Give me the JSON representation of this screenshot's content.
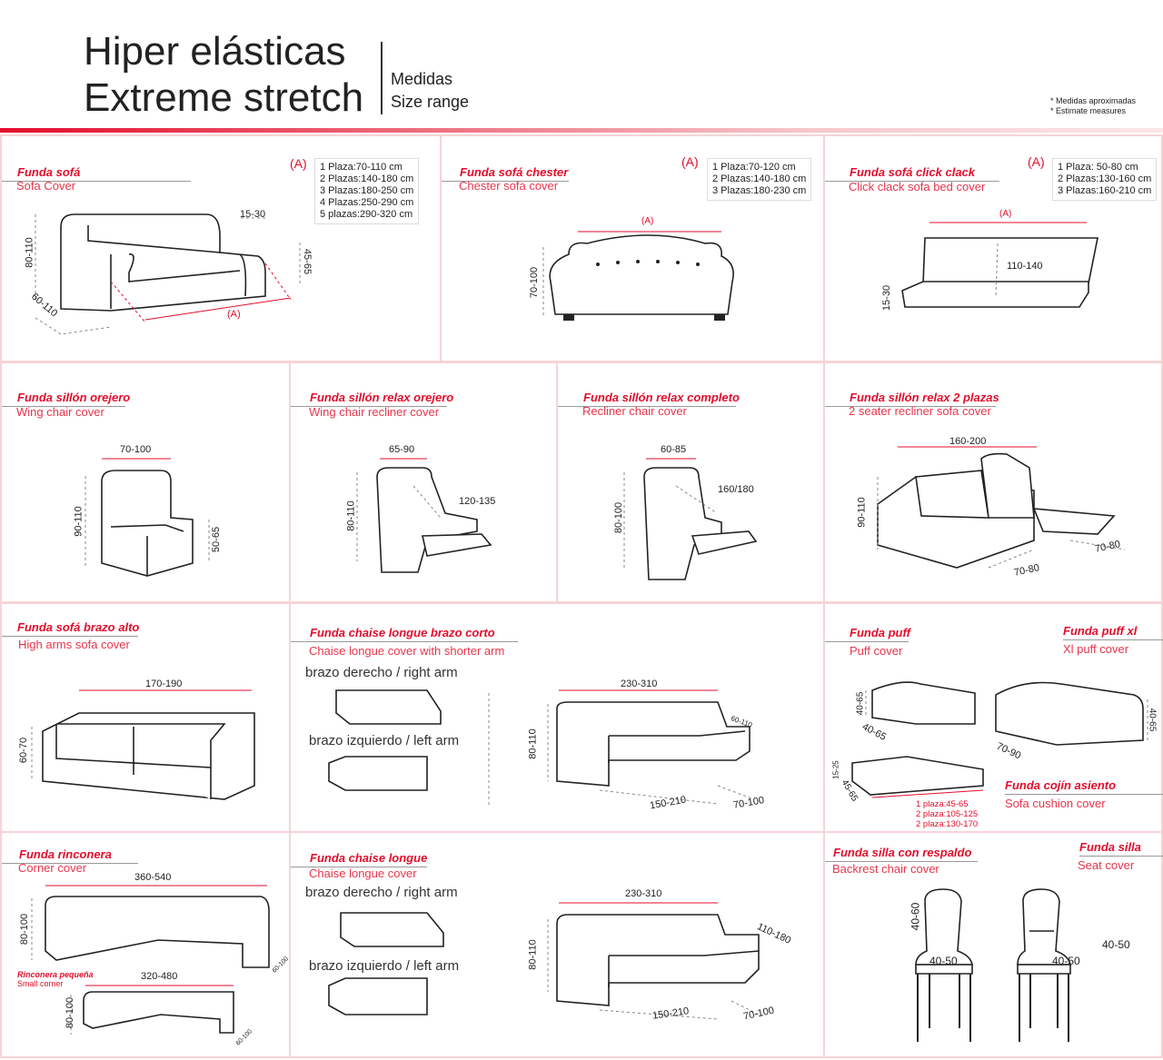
{
  "header": {
    "title_es": "Hiper elásticas",
    "title_en": "Extreme stretch",
    "medidas": "Medidas",
    "size_range": "Size range",
    "note1": "* Medidas aproximadas",
    "note2": "* Estimate measures"
  },
  "colors": {
    "accent": "#e30d2c",
    "border": "#f6d4d6"
  },
  "sofa": {
    "title": "Funda sofá",
    "subtitle": "Sofa Cover",
    "a": "(A)",
    "sizes": [
      "1 Plaza:70-110 cm",
      "2 Plazas:140-180 cm",
      "3 Plazas:180-250 cm",
      "4 Plazas:250-290 cm",
      "5 plazas:290-320 cm"
    ],
    "h": "80-110",
    "depth": "60-110",
    "arm": "15-30",
    "seat": "45-65"
  },
  "chester": {
    "title": "Funda sofá chester",
    "subtitle": "Chester sofa cover",
    "a": "(A)",
    "sizes": [
      "1 Plaza:70-120 cm",
      "2 Plazas:140-180 cm",
      "3 Plazas:180-230 cm"
    ],
    "h": "70-100"
  },
  "clickclack": {
    "title": "Funda sofá click clack",
    "subtitle": "Click clack sofa bed cover",
    "a": "(A)",
    "sizes": [
      "1 Plaza: 50-80 cm",
      "2 Plazas:130-160 cm",
      "3 Plazas:160-210 cm"
    ],
    "back": "110-140",
    "seat": "15-30"
  },
  "wing": {
    "title": "Funda sillón orejero",
    "subtitle": "Wing chair cover",
    "w": "70-100",
    "h": "90-110",
    "seat": "50-65"
  },
  "wingrelax": {
    "title": "Funda sillón relax orejero",
    "subtitle": "Wing chair recliner cover",
    "w": "65-90",
    "h": "80-110",
    "d": "120-135"
  },
  "relax": {
    "title": "Funda sillón relax completo",
    "subtitle": "Recliner chair cover",
    "w": "60-85",
    "h": "80-100",
    "d": "160/180"
  },
  "relax2": {
    "title": "Funda sillón relax 2 plazas",
    "subtitle": "2 seater recliner sofa cover",
    "w": "160-200",
    "h": "90-110",
    "d1": "70-80",
    "d2": "70-80"
  },
  "higharm": {
    "title": "Funda sofá brazo alto",
    "subtitle": "High arms sofa cover",
    "w": "170-190",
    "h": "60-70"
  },
  "chaiseshort": {
    "title": "Funda chaise longue brazo corto",
    "subtitle": "Chaise longue cover with shorter arm",
    "right": "brazo derecho / right arm",
    "left": "brazo izquierdo / left arm",
    "w": "230-310",
    "h": "80-110",
    "d": "60-110",
    "l": "150-210",
    "d2": "70-100"
  },
  "puff": {
    "title": "Funda puff",
    "subtitle": "Puff cover",
    "h": "40-65",
    "d": "40-65",
    "xl_title": "Funda puff xl",
    "xl_subtitle": "Xl puff cover",
    "xl_h": "40-65",
    "xl_d": "70-90",
    "cushion_title": "Funda cojín asiento",
    "cushion_subtitle": "Sofa cushion cover",
    "cushion_h": "15-25",
    "cushion_d": "45-65",
    "cushion_sizes": [
      "1 plaza:45-65",
      "2 plaza:105-125",
      "2 plaza:130-170"
    ]
  },
  "corner": {
    "title": "Funda rinconera",
    "subtitle": "Corner cover",
    "w": "360-540",
    "h": "80-100",
    "d": "60-100",
    "small_title": "Rinconera pequeña",
    "small_subtitle": "Small corner",
    "small_w": "320-480",
    "small_h": "80-100",
    "small_d": "60-100"
  },
  "chaise": {
    "title": "Funda chaise longue",
    "subtitle": "Chaise longue cover",
    "right": "brazo derecho / right arm",
    "left": "brazo izquierdo / left arm",
    "w": "230-310",
    "h": "80-110",
    "d": "110-180",
    "l": "150-210",
    "d2": "70-100"
  },
  "chair": {
    "title": "Funda silla con respaldo",
    "subtitle": "Backrest chair cover",
    "h": "40-60",
    "w": "40-50",
    "seat_title": "Funda silla",
    "seat_subtitle": "Seat cover",
    "seat_w": "40-50",
    "seat_d": "40-50"
  }
}
